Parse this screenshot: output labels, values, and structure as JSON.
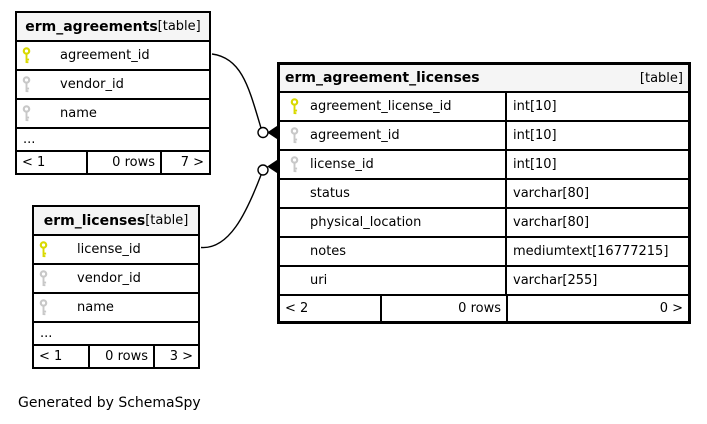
{
  "diagram": {
    "generated_by": "Generated by SchemaSpy",
    "colors": {
      "primary_key": "#d9d900",
      "foreign_key": "#c8c8c8",
      "header_bg": "#f5f5f5",
      "border": "#000000"
    },
    "tables": [
      {
        "name": "erm_agreements",
        "tag": "[table]",
        "columns": [
          {
            "name": "agreement_id",
            "key": "primary"
          },
          {
            "name": "vendor_id",
            "key": "foreign"
          },
          {
            "name": "name",
            "key": "foreign"
          }
        ],
        "ellipsis": "...",
        "footer": {
          "left": "< 1",
          "center": "0 rows",
          "right": "7 >"
        }
      },
      {
        "name": "erm_licenses",
        "tag": "[table]",
        "columns": [
          {
            "name": "license_id",
            "key": "primary"
          },
          {
            "name": "vendor_id",
            "key": "foreign"
          },
          {
            "name": "name",
            "key": "foreign"
          }
        ],
        "ellipsis": "...",
        "footer": {
          "left": "< 1",
          "center": "0 rows",
          "right": "3 >"
        }
      },
      {
        "name": "erm_agreement_licenses",
        "tag": "[table]",
        "columns": [
          {
            "name": "agreement_license_id",
            "type": "int[10]",
            "key": "primary"
          },
          {
            "name": "agreement_id",
            "type": "int[10]",
            "key": "foreign"
          },
          {
            "name": "license_id",
            "type": "int[10]",
            "key": "foreign"
          },
          {
            "name": "status",
            "type": "varchar[80]",
            "key": "none"
          },
          {
            "name": "physical_location",
            "type": "varchar[80]",
            "key": "none"
          },
          {
            "name": "notes",
            "type": "mediumtext[16777215]",
            "key": "none"
          },
          {
            "name": "uri",
            "type": "varchar[255]",
            "key": "none"
          }
        ],
        "footer": {
          "left": "< 2",
          "center": "0 rows",
          "right": "0 >"
        }
      }
    ],
    "relationships": [
      {
        "from": "erm_agreements.agreement_id",
        "to": "erm_agreement_licenses.agreement_id"
      },
      {
        "from": "erm_licenses.license_id",
        "to": "erm_agreement_licenses.license_id"
      }
    ]
  }
}
